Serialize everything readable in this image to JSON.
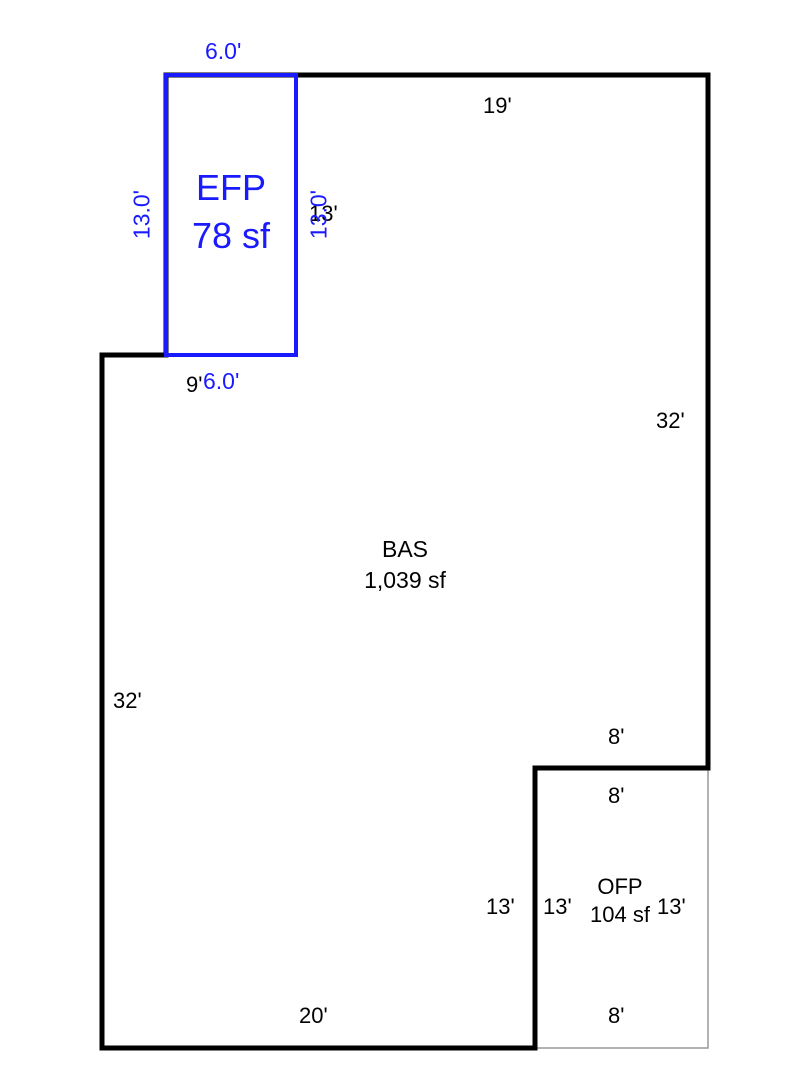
{
  "colors": {
    "outline": "#000000",
    "efp": "#1a1aff",
    "ofp_outline": "#999999"
  },
  "bas": {
    "name": "BAS",
    "area": "1,039 sf",
    "dims": {
      "top": "19'",
      "right": "32'",
      "left": "32'",
      "bottom": "20'",
      "notch_top": "8'",
      "notch_side": "13'",
      "left_stub": "9'",
      "efp_side": "13'"
    }
  },
  "efp": {
    "name": "EFP",
    "area": "78 sf",
    "dims": {
      "top": "6.0'",
      "bottom": "6.0'",
      "left": "13.0'",
      "right": "13.0'"
    }
  },
  "ofp": {
    "name": "OFP",
    "area": "104 sf",
    "dims": {
      "top": "8'",
      "bottom": "8'",
      "left": "13'",
      "right": "13'"
    }
  }
}
